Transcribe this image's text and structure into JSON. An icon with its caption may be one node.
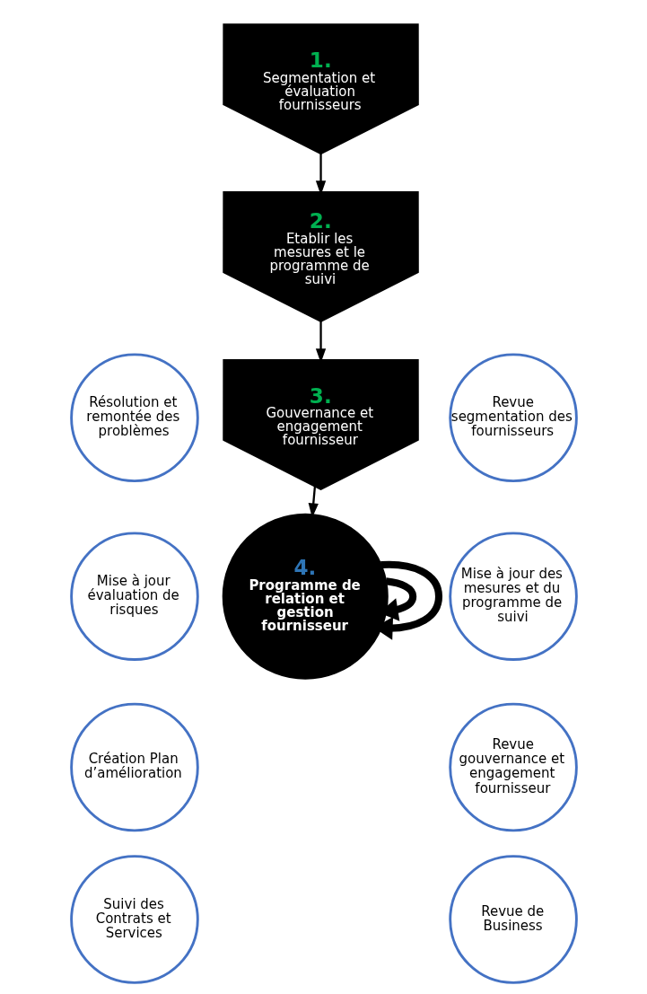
{
  "diagram": {
    "nodes": [
      {
        "text": [
          "1.",
          "Segmentation et évaluation fournisseurs"
        ]
      },
      {
        "text": [
          "2.",
          "Etablir les mesures et le programme de suivi"
        ]
      },
      {
        "text": [
          "3.",
          "Gouvernance et engagement fournisseur"
        ]
      },
      {
        "text": [
          "4.",
          "Programme de relation et gestion fournisseur"
        ]
      },
      {
        "text": [
          "Résolution et remontée des problèmes"
        ]
      },
      {
        "text": [
          "Revue segmentation des fournisseurs"
        ]
      },
      {
        "text": [
          "Mise à jour évaluation de risques"
        ]
      },
      {
        "text": [
          "Mise à jour des mesures et du programme de suivi"
        ]
      },
      {
        "text": [
          "Création Plan d’amélioration"
        ]
      },
      {
        "text": [
          "Revue gouvernance et engagement fournisseur"
        ]
      },
      {
        "text": [
          "Suivi des Contrats et Services"
        ]
      },
      {
        "text": [
          "Revue de Business"
        ]
      }
    ],
    "edges": [
      {
        "from": 0,
        "to": 1,
        "arrow": "to"
      },
      {
        "from": 1,
        "to": 2,
        "arrow": "to"
      },
      {
        "from": 2,
        "to": 3,
        "arrow": "to"
      },
      {
        "from": 3,
        "to": 3,
        "arrow": "to",
        "style": "thick"
      },
      {
        "from": 3,
        "to": 3,
        "arrow": "to",
        "style": "thick"
      }
    ]
  }
}
